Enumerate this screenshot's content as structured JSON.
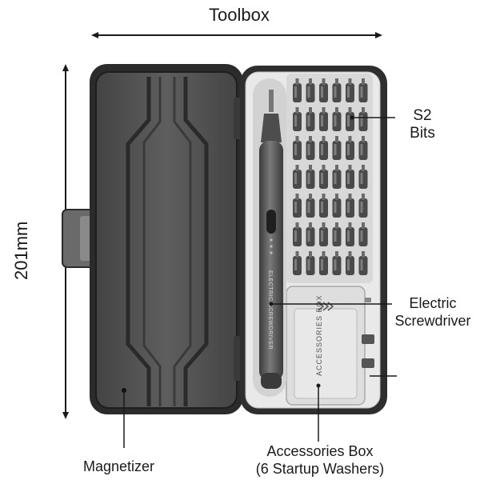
{
  "labels": {
    "toolbox": "Toolbox",
    "length": "201mm",
    "s2_bits": [
      "S2",
      "Bits"
    ],
    "electric_screwdriver": [
      "Electric",
      "Screwdriver"
    ],
    "accessories_box": [
      "Accessories Box",
      "(6 Startup Washers)"
    ],
    "magnetizer": "Magnetizer"
  },
  "product_print": {
    "screwdriver_text": "ELECTRIC SCREWDRIVER",
    "box_text": "ACCESSORIES BOX"
  },
  "bits_grid": {
    "columns": 6,
    "rows": 7
  },
  "colors": {
    "case_outer": "#2f2f2f",
    "case_inner": "#555555",
    "tray": "#e8e8e8",
    "bits": "#4a4a4a",
    "arrow": "#1a1a1a"
  }
}
